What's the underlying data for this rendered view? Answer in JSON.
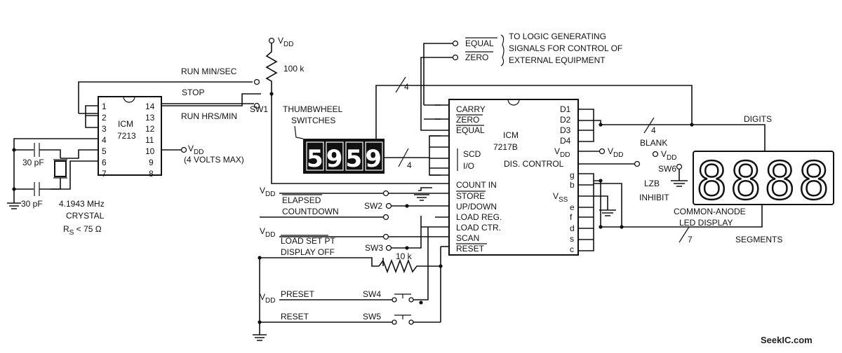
{
  "icm7213": {
    "name_line1": "ICM",
    "name_line2": "7213",
    "left_pins": [
      "1",
      "2",
      "3",
      "4",
      "5",
      "6",
      "7"
    ],
    "right_pins": [
      "14",
      "13",
      "12",
      "11",
      "10",
      "9",
      "8"
    ]
  },
  "icm7217": {
    "name_line1": "ICM",
    "name_line2": "7217B",
    "left_pins": [
      "CARRY",
      "ZERO",
      "EQUAL",
      "SCD",
      "I/O",
      "COUNT IN",
      "STORE",
      "UP/DOWN",
      "LOAD REG.",
      "LOAD CTR.",
      "SCAN",
      "RESET"
    ],
    "right_pins": [
      "D1",
      "D2",
      "D3",
      "D4",
      "V",
      "DD",
      "DIS. CONTROL",
      "g",
      "b",
      "V",
      "SS",
      "e",
      "f",
      "d",
      "s",
      "c"
    ]
  },
  "labels": {
    "vdd_v": "V",
    "vdd_sub": "DD",
    "resistor_100k": "100 k",
    "run_min_sec": "RUN MIN/SEC",
    "stop": "STOP",
    "sw1": "SW1",
    "run_hrs_min": "RUN HRS/MIN",
    "vdd_note": "(4 VOLTS MAX)",
    "cap1": "30 pF",
    "cap2": "30 pF",
    "crystal_freq": "4.1943 MHz",
    "crystal": "CRYSTAL",
    "rs_r": "R",
    "rs_s": "S",
    "rs_rest": " < 75 Ω",
    "thumbwheel_1": "THUMBWHEEL",
    "thumbwheel_2": "SWITCHES",
    "thumbwheel_value": "5959",
    "bus4": "4",
    "equal_bar": "EQUAL",
    "zero_bar": "ZERO",
    "to_logic_1": "TO LOGIC GENERATING",
    "to_logic_2": "SIGNALS FOR CONTROL OF",
    "to_logic_3": "EXTERNAL EQUIPMENT",
    "elapsed": "ELAPSED",
    "countdown": "COUNTDOWN",
    "sw2": "SW2",
    "load_set_pt": "LOAD SET PT",
    "display_off": "DISPLAY OFF",
    "sw3": "SW3",
    "resistor_10k": "10 k",
    "preset": "PRESET",
    "sw4": "SW4",
    "reset": "RESET",
    "sw5": "SW5",
    "digits": "DIGITS",
    "blank": "BLANK",
    "sw6": "SW6",
    "lzb": "LZB",
    "inhibit": "INHIBIT",
    "display_value": "8888",
    "common_anode_1": "COMMON-ANODE",
    "common_anode_2": "LED DISPLAY",
    "segments": "SEGMENTS",
    "bus7": "7",
    "watermark": "SeekIC.com"
  },
  "colors": {
    "ink": "#111111",
    "paper": "#ffffff"
  }
}
